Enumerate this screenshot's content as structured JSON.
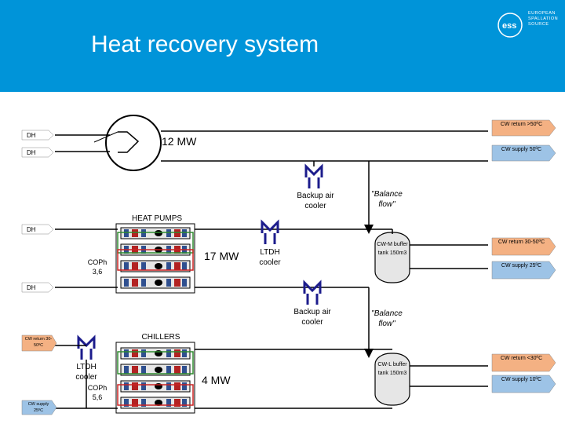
{
  "slide": {
    "title": "Heat recovery system",
    "logo": {
      "line1": "EUROPEAN",
      "line2": "SPALLATION",
      "line3": "SOURCE",
      "icon": "ess-logo"
    }
  },
  "diagram": {
    "dh_labels": [
      "DH",
      "DH",
      "DH",
      "DH"
    ],
    "top": {
      "power": "12 MW",
      "cw_return": "CW return >50ºC",
      "cw_supply": "CW supply 50ºC",
      "cooler": "Backup air cooler",
      "balance": "\"Balance flow\""
    },
    "heat_pumps": {
      "label": "HEAT PUMPS",
      "power": "17 MW",
      "cop": "COPh 3,6",
      "ltdh_cooler": "LTDH cooler",
      "tank": "CW-M buffer tank 150m3",
      "cw_return": "CW return 30-50ºC",
      "cw_supply": "CW supply 25ºC",
      "cooler": "Backup air cooler",
      "balance": "\"Balance flow\""
    },
    "chillers": {
      "label": "CHILLERS",
      "power": "4 MW",
      "cop": "COPh 5,6",
      "ltdh_cooler": "LTDH cooler",
      "left_return": "CW return 30-50ºC",
      "left_supply": "CW supply 25ºC",
      "tank": "CW-L buffer tank 150m3",
      "cw_return": "CW return <30ºC",
      "cw_supply": "CW supply 10ºC"
    }
  }
}
